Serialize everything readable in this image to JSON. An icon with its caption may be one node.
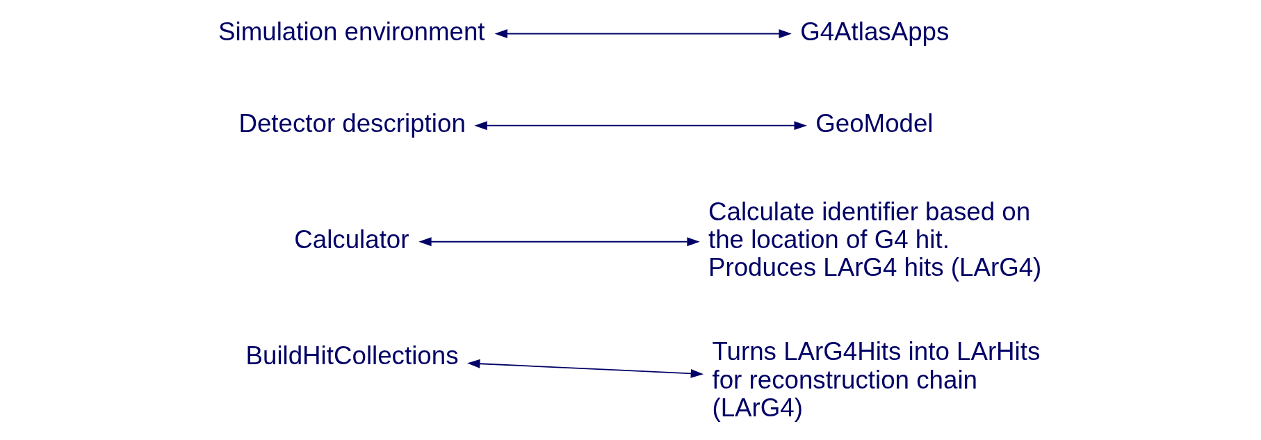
{
  "diagram": {
    "nodes": [
      {
        "text": [
          "Simulation environment"
        ]
      },
      {
        "text": [
          "G4AtlasApps"
        ]
      },
      {
        "text": [
          "Detector description"
        ]
      },
      {
        "text": [
          "GeoModel"
        ]
      },
      {
        "text": [
          "Calculator"
        ]
      },
      {
        "text": [
          "Calculate identifier based on the location of G4 hit. Produces LArG4 hits (LArG4)"
        ]
      },
      {
        "text": [
          "BuildHitCollections"
        ]
      },
      {
        "text": [
          "Turns LArG4Hits into LArHits for reconstruction chain (LArG4)"
        ]
      }
    ],
    "edges": [
      {
        "from": 0,
        "to": 1,
        "arrow": "both"
      },
      {
        "from": 2,
        "to": 3,
        "arrow": "both"
      },
      {
        "from": 4,
        "to": 5,
        "arrow": "both"
      },
      {
        "from": 6,
        "to": 7,
        "arrow": "both"
      }
    ]
  }
}
